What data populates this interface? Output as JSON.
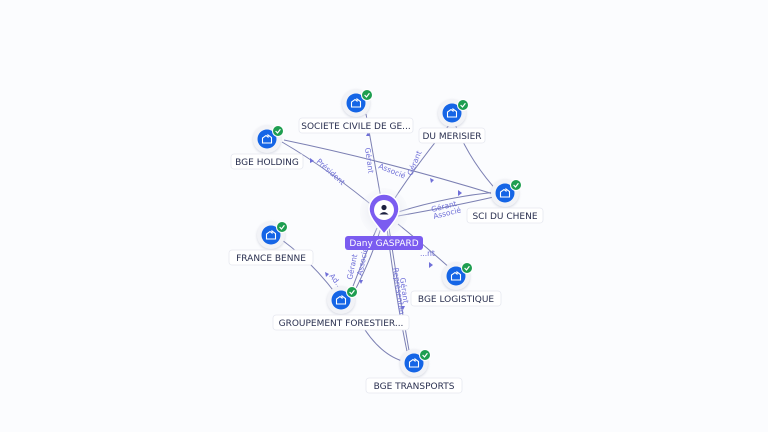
{
  "center": {
    "name": "Dany GASPARD",
    "icon": "person-icon",
    "accent": "#7b5cf0"
  },
  "companies": [
    {
      "id": "societe-civile",
      "label": "SOCIETE CIVILE DE GE...",
      "icon": "building-icon"
    },
    {
      "id": "du-merisier",
      "label": "DU MERISIER",
      "icon": "building-icon"
    },
    {
      "id": "bge-holding",
      "label": "BGE HOLDING",
      "icon": "building-icon"
    },
    {
      "id": "sci-du-chene",
      "label": "SCI DU CHENE",
      "icon": "building-icon"
    },
    {
      "id": "france-benne",
      "label": "FRANCE BENNE",
      "icon": "building-icon"
    },
    {
      "id": "bge-logistique",
      "label": "BGE LOGISTIQUE",
      "icon": "building-icon"
    },
    {
      "id": "groupement-forestier",
      "label": "GROUPEMENT FORESTIER...",
      "icon": "building-icon"
    },
    {
      "id": "bge-transports",
      "label": "BGE TRANSPORTS",
      "icon": "building-icon"
    }
  ],
  "relations": [
    {
      "id": "r-societe",
      "label": "Gérant"
    },
    {
      "id": "r-societe-sci",
      "label": "Associé"
    },
    {
      "id": "r-merisier",
      "label": "Gérant"
    },
    {
      "id": "r-holding",
      "label": "Président"
    },
    {
      "id": "r-sci-1",
      "label": "Gérant"
    },
    {
      "id": "r-sci-2",
      "label": "Associé"
    },
    {
      "id": "r-logistique",
      "label": "...nt"
    },
    {
      "id": "r-groupement-1",
      "label": "Gérant"
    },
    {
      "id": "r-groupement-2",
      "label": "Associé"
    },
    {
      "id": "r-transports-1",
      "label": "Gérant"
    },
    {
      "id": "r-transports-2",
      "label": "Représentant"
    },
    {
      "id": "r-france-benne",
      "label": "Ad..."
    }
  ],
  "colors": {
    "company_circle": "#1565e6",
    "verified_badge": "#1e9e50",
    "edge": "#7c80b3",
    "edge_label": "#6f6fd8"
  }
}
